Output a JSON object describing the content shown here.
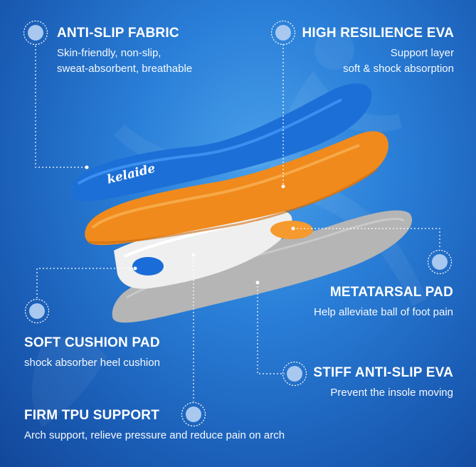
{
  "brand": "kelaide",
  "features": {
    "anti_slip_fabric": {
      "title": "ANTI-SLIP FABRIC",
      "desc1": "Skin-friendly, non-slip,",
      "desc2": "sweat-absorbent, breathable"
    },
    "high_resilience_eva": {
      "title": "HIGH RESILIENCE EVA",
      "desc1": "Support layer",
      "desc2": "soft & shock absorption"
    },
    "metatarsal_pad": {
      "title": "METATARSAL PAD",
      "desc1": "Help alleviate ball of foot pain"
    },
    "soft_cushion_pad": {
      "title": "SOFT CUSHION PAD",
      "desc1": "shock absorber heel cushion"
    },
    "stiff_anti_slip_eva": {
      "title": "STIFF ANTI-SLIP EVA",
      "desc1": "Prevent the insole moving"
    },
    "firm_tpu_support": {
      "title": "FIRM TPU SUPPORT",
      "desc1": "Arch support, relieve pressure and reduce pain on arch"
    }
  },
  "colors": {
    "background": "#2a7fd8",
    "fabric_layer": "#1c6fd6",
    "eva_layer": "#f08a1c",
    "tpu_layer": "#eeeeee",
    "base_layer": "#b5b5b5",
    "metatarsal_pad": "#f59a2e",
    "heel_pad": "#1a6cd8"
  }
}
